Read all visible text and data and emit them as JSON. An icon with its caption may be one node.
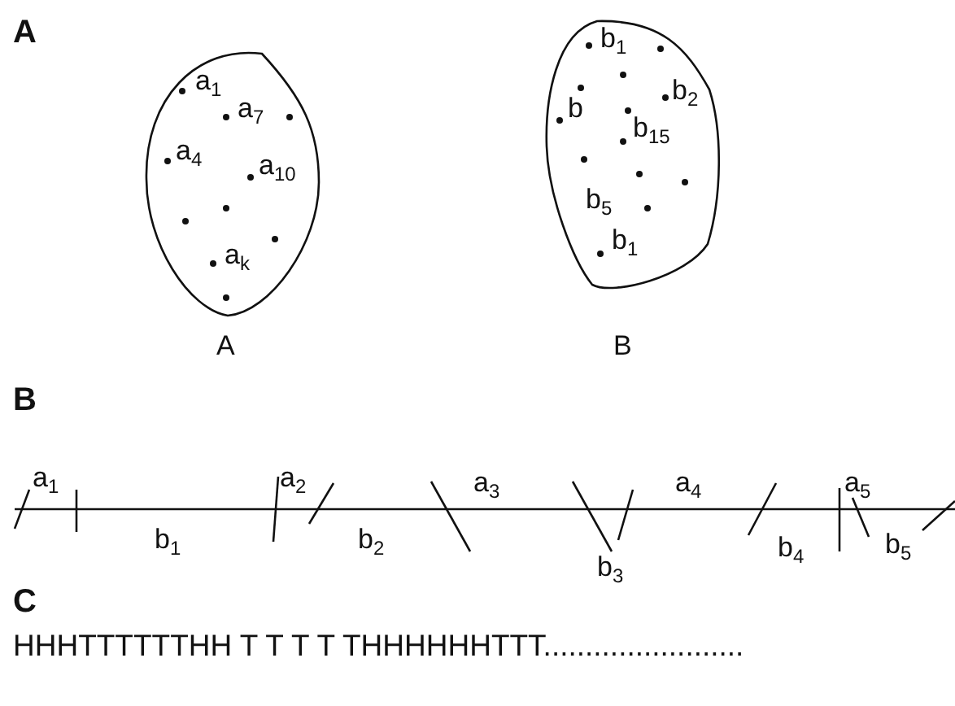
{
  "diagram": {
    "nodes": [
      {
        "text": [
          "a$_{1}$",
          "a$_{7}$",
          "a$_{4}$",
          "a$_{10}$",
          "a$_{k}$"
        ],
        "beside": [
          "A"
        ]
      },
      {
        "text": [
          "b$_{1}$",
          "b",
          "b$_{2}$",
          "b$_{15}$",
          "b$_{5}$",
          "b$_{1}$"
        ],
        "beside": [
          "B"
        ]
      }
    ],
    "edges": [],
    "labels": [
      "A",
      "B",
      "a$_{1}$",
      "a$_{2}$",
      "a$_{3}$",
      "a$_{4}$",
      "a$_{5}$",
      "b$_{1}$",
      "b$_{2}$",
      "b$_{4}$",
      "b$_{5}$",
      "b$_{3}$",
      "C",
      "HHHTTTTTTHH T T T T THHHHHHTTT........................"
    ]
  }
}
